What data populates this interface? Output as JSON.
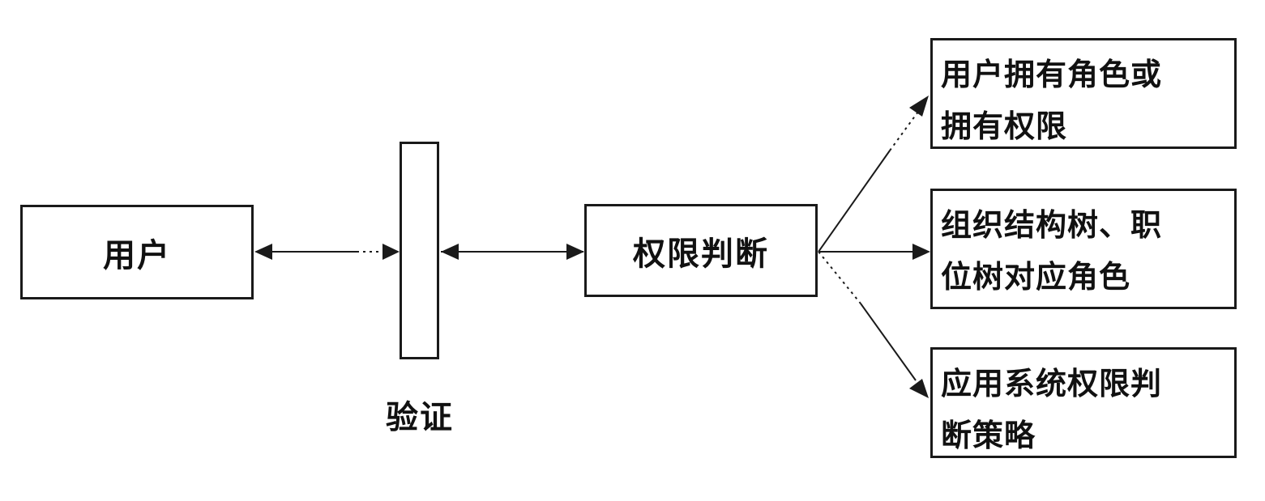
{
  "nodes": {
    "user": "用户",
    "gate_label": "验证",
    "permission_check": "权限判断",
    "outcome_1": [
      "用户拥有角色或",
      "拥有权限"
    ],
    "outcome_2": [
      "组织结构树、职",
      "位树对应角色"
    ],
    "outcome_3": [
      "应用系统权限判",
      "断策略"
    ]
  },
  "colors": {
    "stroke": "#1a1a1a",
    "background": "#ffffff"
  }
}
